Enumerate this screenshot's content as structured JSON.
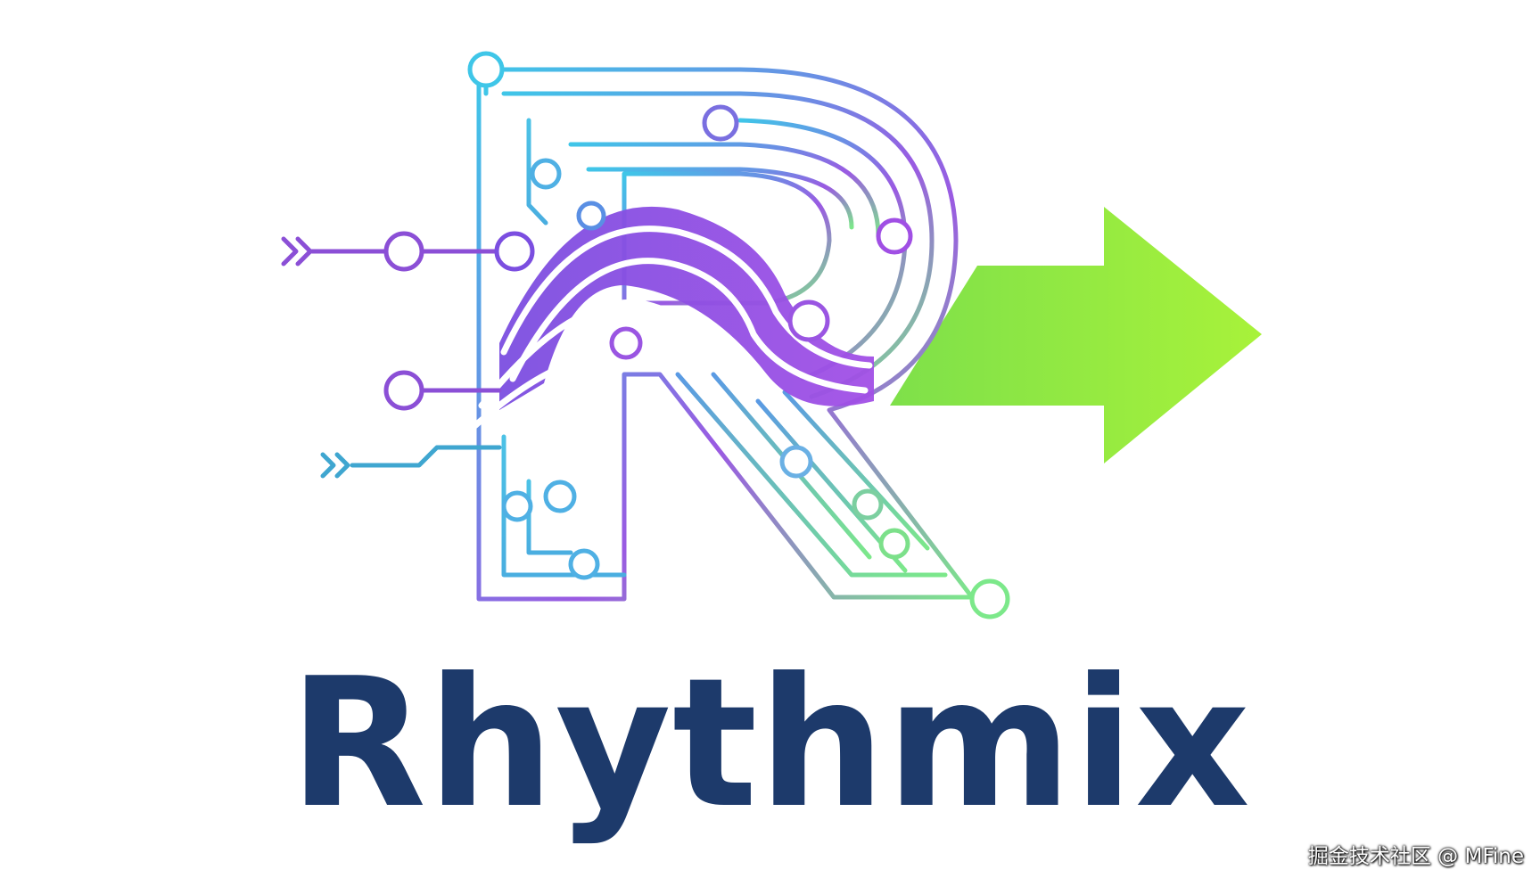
{
  "logo": {
    "brand_name": "Rhythmix",
    "icon_letter": "R",
    "icon_style": "circuit-board letter R with wave, incoming arrows and outgoing green arrow",
    "colors": {
      "text": "#1d3a6b",
      "gradient_cyan": "#3fc6e8",
      "gradient_blue": "#4f8fe0",
      "gradient_purple": "#8e4fe0",
      "gradient_green": "#7ce88a",
      "arrow_green": "#8ce83c",
      "arrow_green_light": "#a8f23a"
    }
  },
  "watermark": {
    "text": "掘金技术社区 @ MFine"
  }
}
